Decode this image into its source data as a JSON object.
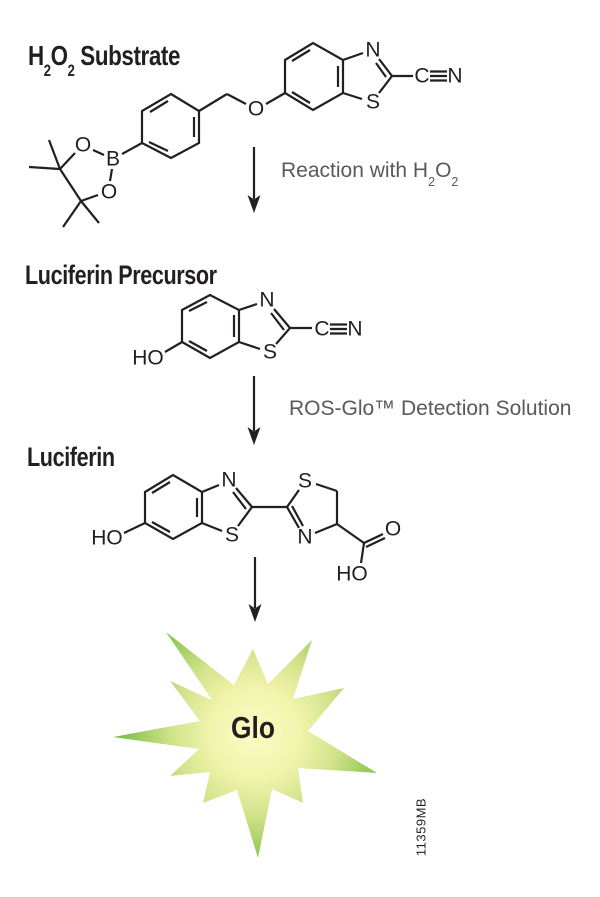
{
  "background": "#ffffff",
  "ink_color": "#231f20",
  "label_color": "#58595b",
  "titles": {
    "substrate": {
      "t1": "H",
      "s1": "2",
      "t2": "O",
      "s2": "2",
      "t3": " Substrate"
    },
    "precursor": "Luciferin Precursor",
    "luciferin": "Luciferin"
  },
  "arrow_labels": {
    "reaction1": {
      "t1": "Reaction with H",
      "s1": "2",
      "t2": "O",
      "s2": "2"
    },
    "reaction2": "ROS-Glo™ Detection Solution"
  },
  "star": {
    "label": "Glo",
    "center_color": "#fbfdc4",
    "mid_color": "#d3e38c",
    "edge_color": "#7cc24b"
  },
  "watermark": "11359MB",
  "atoms": {
    "s1_o_top": "O",
    "s1_b": "B",
    "s1_o_bottom": "O",
    "s1_o_ether": "O",
    "s1_n": "N",
    "s1_s": "S",
    "s1_c_nitrile": "C",
    "s1_n_nitrile": "N",
    "s2_ho": "HO",
    "s2_n": "N",
    "s2_s": "S",
    "s2_c_nitrile": "C",
    "s2_n_nitrile": "N",
    "s3_ho": "HO",
    "s3_n_benzothiazole": "N",
    "s3_s_benzothiazole": "S",
    "s3_s_thiazoline": "S",
    "s3_n_thiazoline": "N",
    "s3_o_carbonyl": "O",
    "s3_ho_carboxyl": "HO"
  }
}
